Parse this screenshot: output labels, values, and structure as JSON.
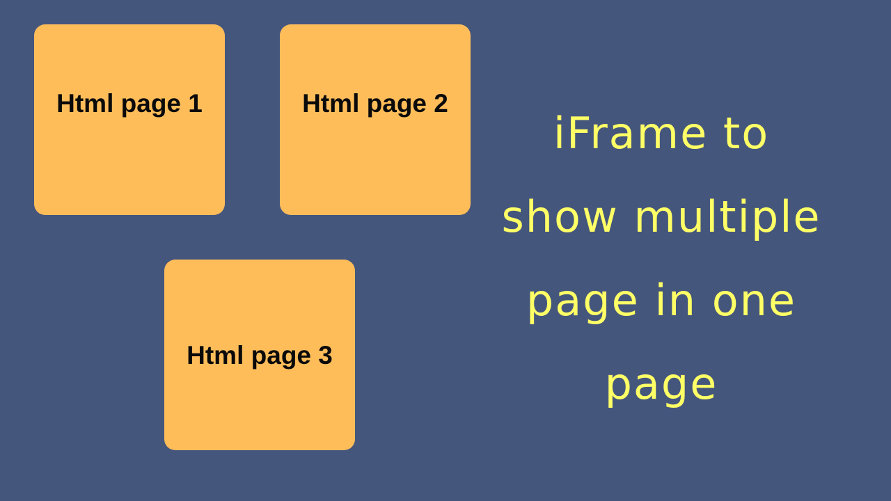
{
  "cards": [
    {
      "label": "Html page 1"
    },
    {
      "label": "Html page 2"
    },
    {
      "label": "Html page 3"
    }
  ],
  "headline": {
    "lines": [
      "iFrame to",
      "show multiple",
      "page in one",
      "page"
    ]
  },
  "colors": {
    "background": "#45567d",
    "card": "#ffbd5a",
    "headline": "#ffff66",
    "card_text": "#0a0a0a"
  }
}
